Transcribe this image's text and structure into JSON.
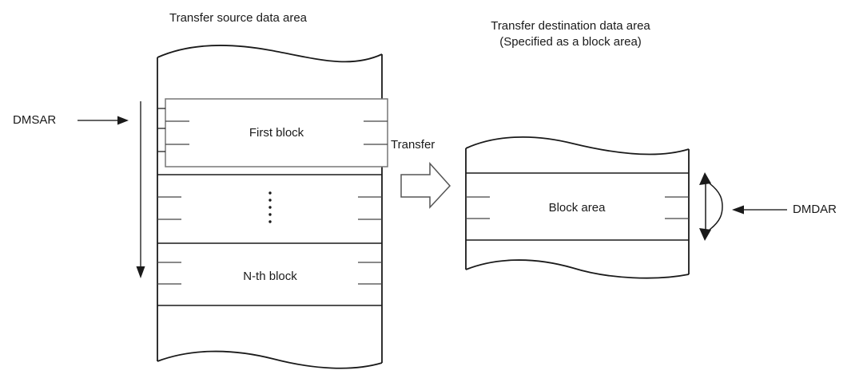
{
  "diagram": {
    "source": {
      "title": "Transfer source data area",
      "pointer_label": "DMSAR",
      "first_block_label": "First block",
      "nth_block_label": "N-th block",
      "ellipsis": "vertical-dots"
    },
    "transfer": {
      "label": "Transfer",
      "arrow": "block-arrow-right"
    },
    "destination": {
      "title_line1": "Transfer destination data area",
      "title_line2": "(Specified as a block area)",
      "block_label": "Block area",
      "pointer_label": "DMDAR"
    },
    "colors": {
      "outline": "#1a1a1a",
      "arrow": "#333333",
      "tick": "#444444",
      "block_border": "#777777",
      "background": "#ffffff"
    }
  }
}
